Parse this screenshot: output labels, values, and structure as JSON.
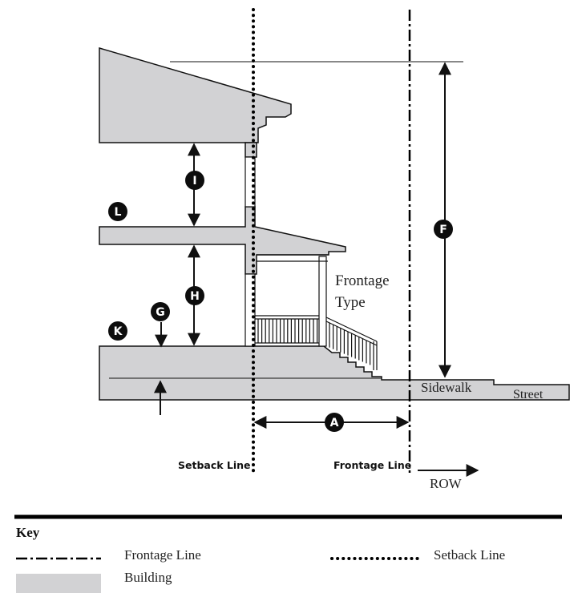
{
  "colors": {
    "building": "#d2d2d4",
    "ink": "#111111",
    "badge": "#0d0d0d",
    "badge_text": "#ffffff"
  },
  "labels": {
    "frontage_type": [
      "Frontage",
      "Type"
    ],
    "sidewalk": "Sidewalk",
    "street": "Street",
    "setback_line": "Setback Line",
    "frontage_line": "Frontage Line",
    "row": "ROW"
  },
  "badges": {
    "i": "I",
    "l": "L",
    "h": "H",
    "g": "G",
    "k": "K",
    "f": "F",
    "a": "A"
  },
  "key": {
    "title": "Key",
    "frontage_line": "Frontage Line",
    "setback_line": "Setback Line",
    "building": "Building"
  }
}
